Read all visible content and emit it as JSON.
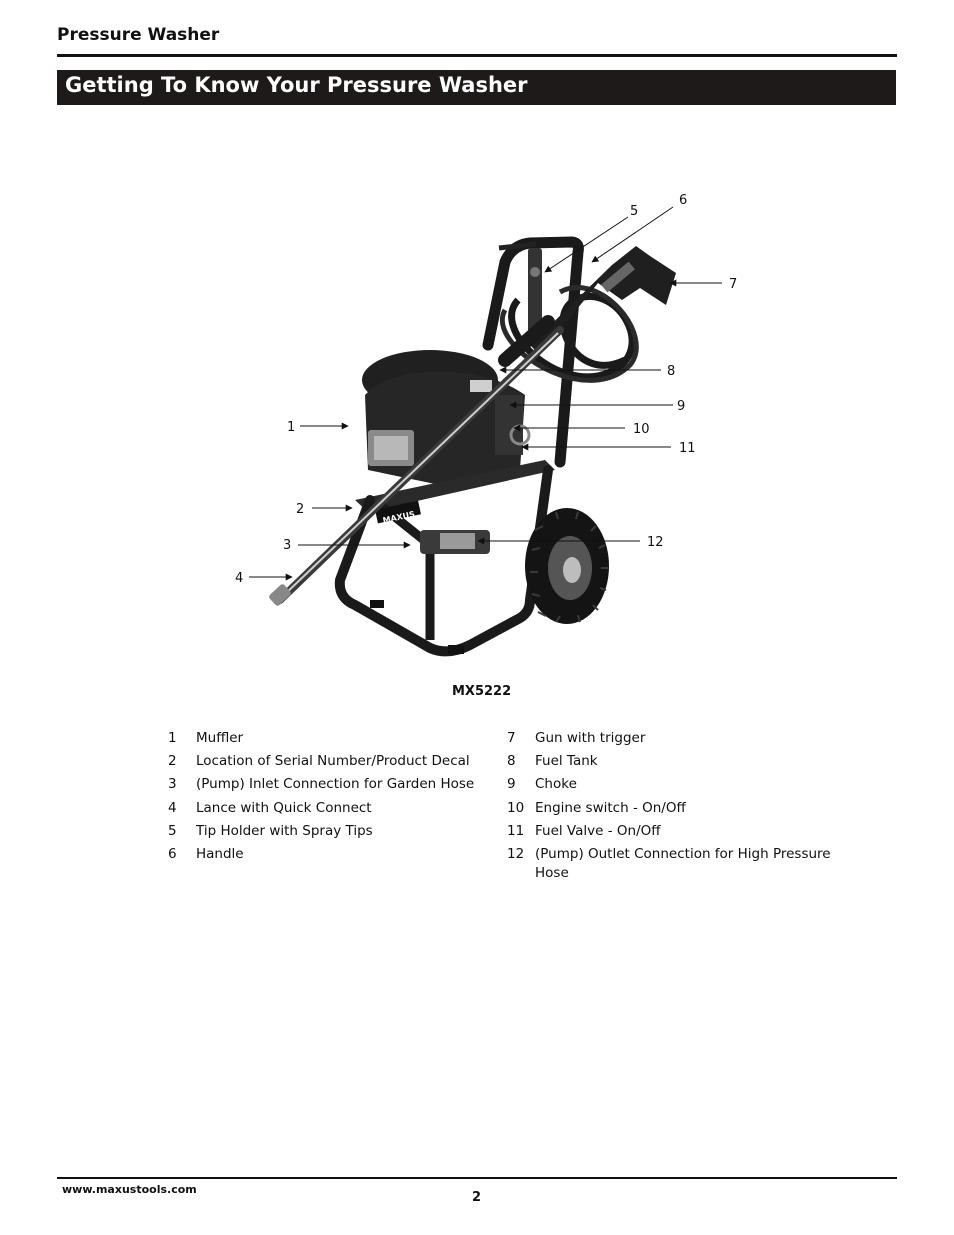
{
  "header": {
    "title": "Pressure Washer"
  },
  "section": {
    "title": "Getting To Know Your Pressure Washer"
  },
  "figure": {
    "model": "MX5222",
    "callouts": [
      "1",
      "2",
      "3",
      "4",
      "5",
      "6",
      "7",
      "8",
      "9",
      "10",
      "11",
      "12"
    ]
  },
  "legend": {
    "left": [
      {
        "num": "1",
        "text": "Muffler"
      },
      {
        "num": "2",
        "text": "Location of Serial Number/Product Decal"
      },
      {
        "num": "3",
        "text": "(Pump) Inlet Connection for Garden Hose"
      },
      {
        "num": "4",
        "text": "Lance with Quick Connect"
      },
      {
        "num": "5",
        "text": "Tip Holder with Spray Tips"
      },
      {
        "num": "6",
        "text": "Handle"
      }
    ],
    "right": [
      {
        "num": "7",
        "text": "Gun with trigger"
      },
      {
        "num": "8",
        "text": "Fuel Tank"
      },
      {
        "num": "9",
        "text": "Choke"
      },
      {
        "num": "10",
        "text": "Engine switch - On/Off"
      },
      {
        "num": "11",
        "text": "Fuel Valve - On/Off"
      },
      {
        "num": "12",
        "text": "(Pump) Outlet Connection for High Pressure Hose"
      }
    ]
  },
  "footer": {
    "url": "www.maxustools.com",
    "page": "2"
  }
}
